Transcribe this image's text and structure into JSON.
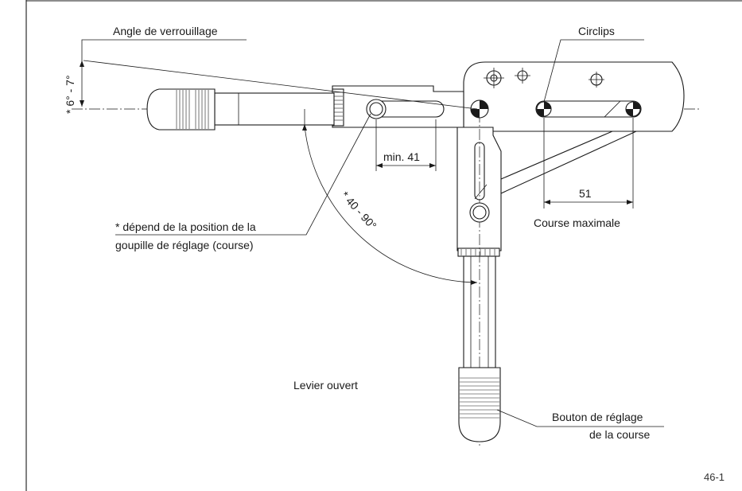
{
  "labels": {
    "locking_angle": "Angle de verrouillage",
    "locking_angle_value": "* 6° - 7°",
    "circlips": "Circlips",
    "min_dimension": "min. 41",
    "stroke_dimension": "51",
    "max_stroke": "Course maximale",
    "open_angle": "* 40 - 90°",
    "note_line1": "* dépend de la position de la",
    "note_line2": "goupille de réglage (course)",
    "lever_open": "Levier ouvert",
    "knob_line1": "Bouton de réglage",
    "knob_line2": "de la course",
    "figure_number": "46-1"
  }
}
